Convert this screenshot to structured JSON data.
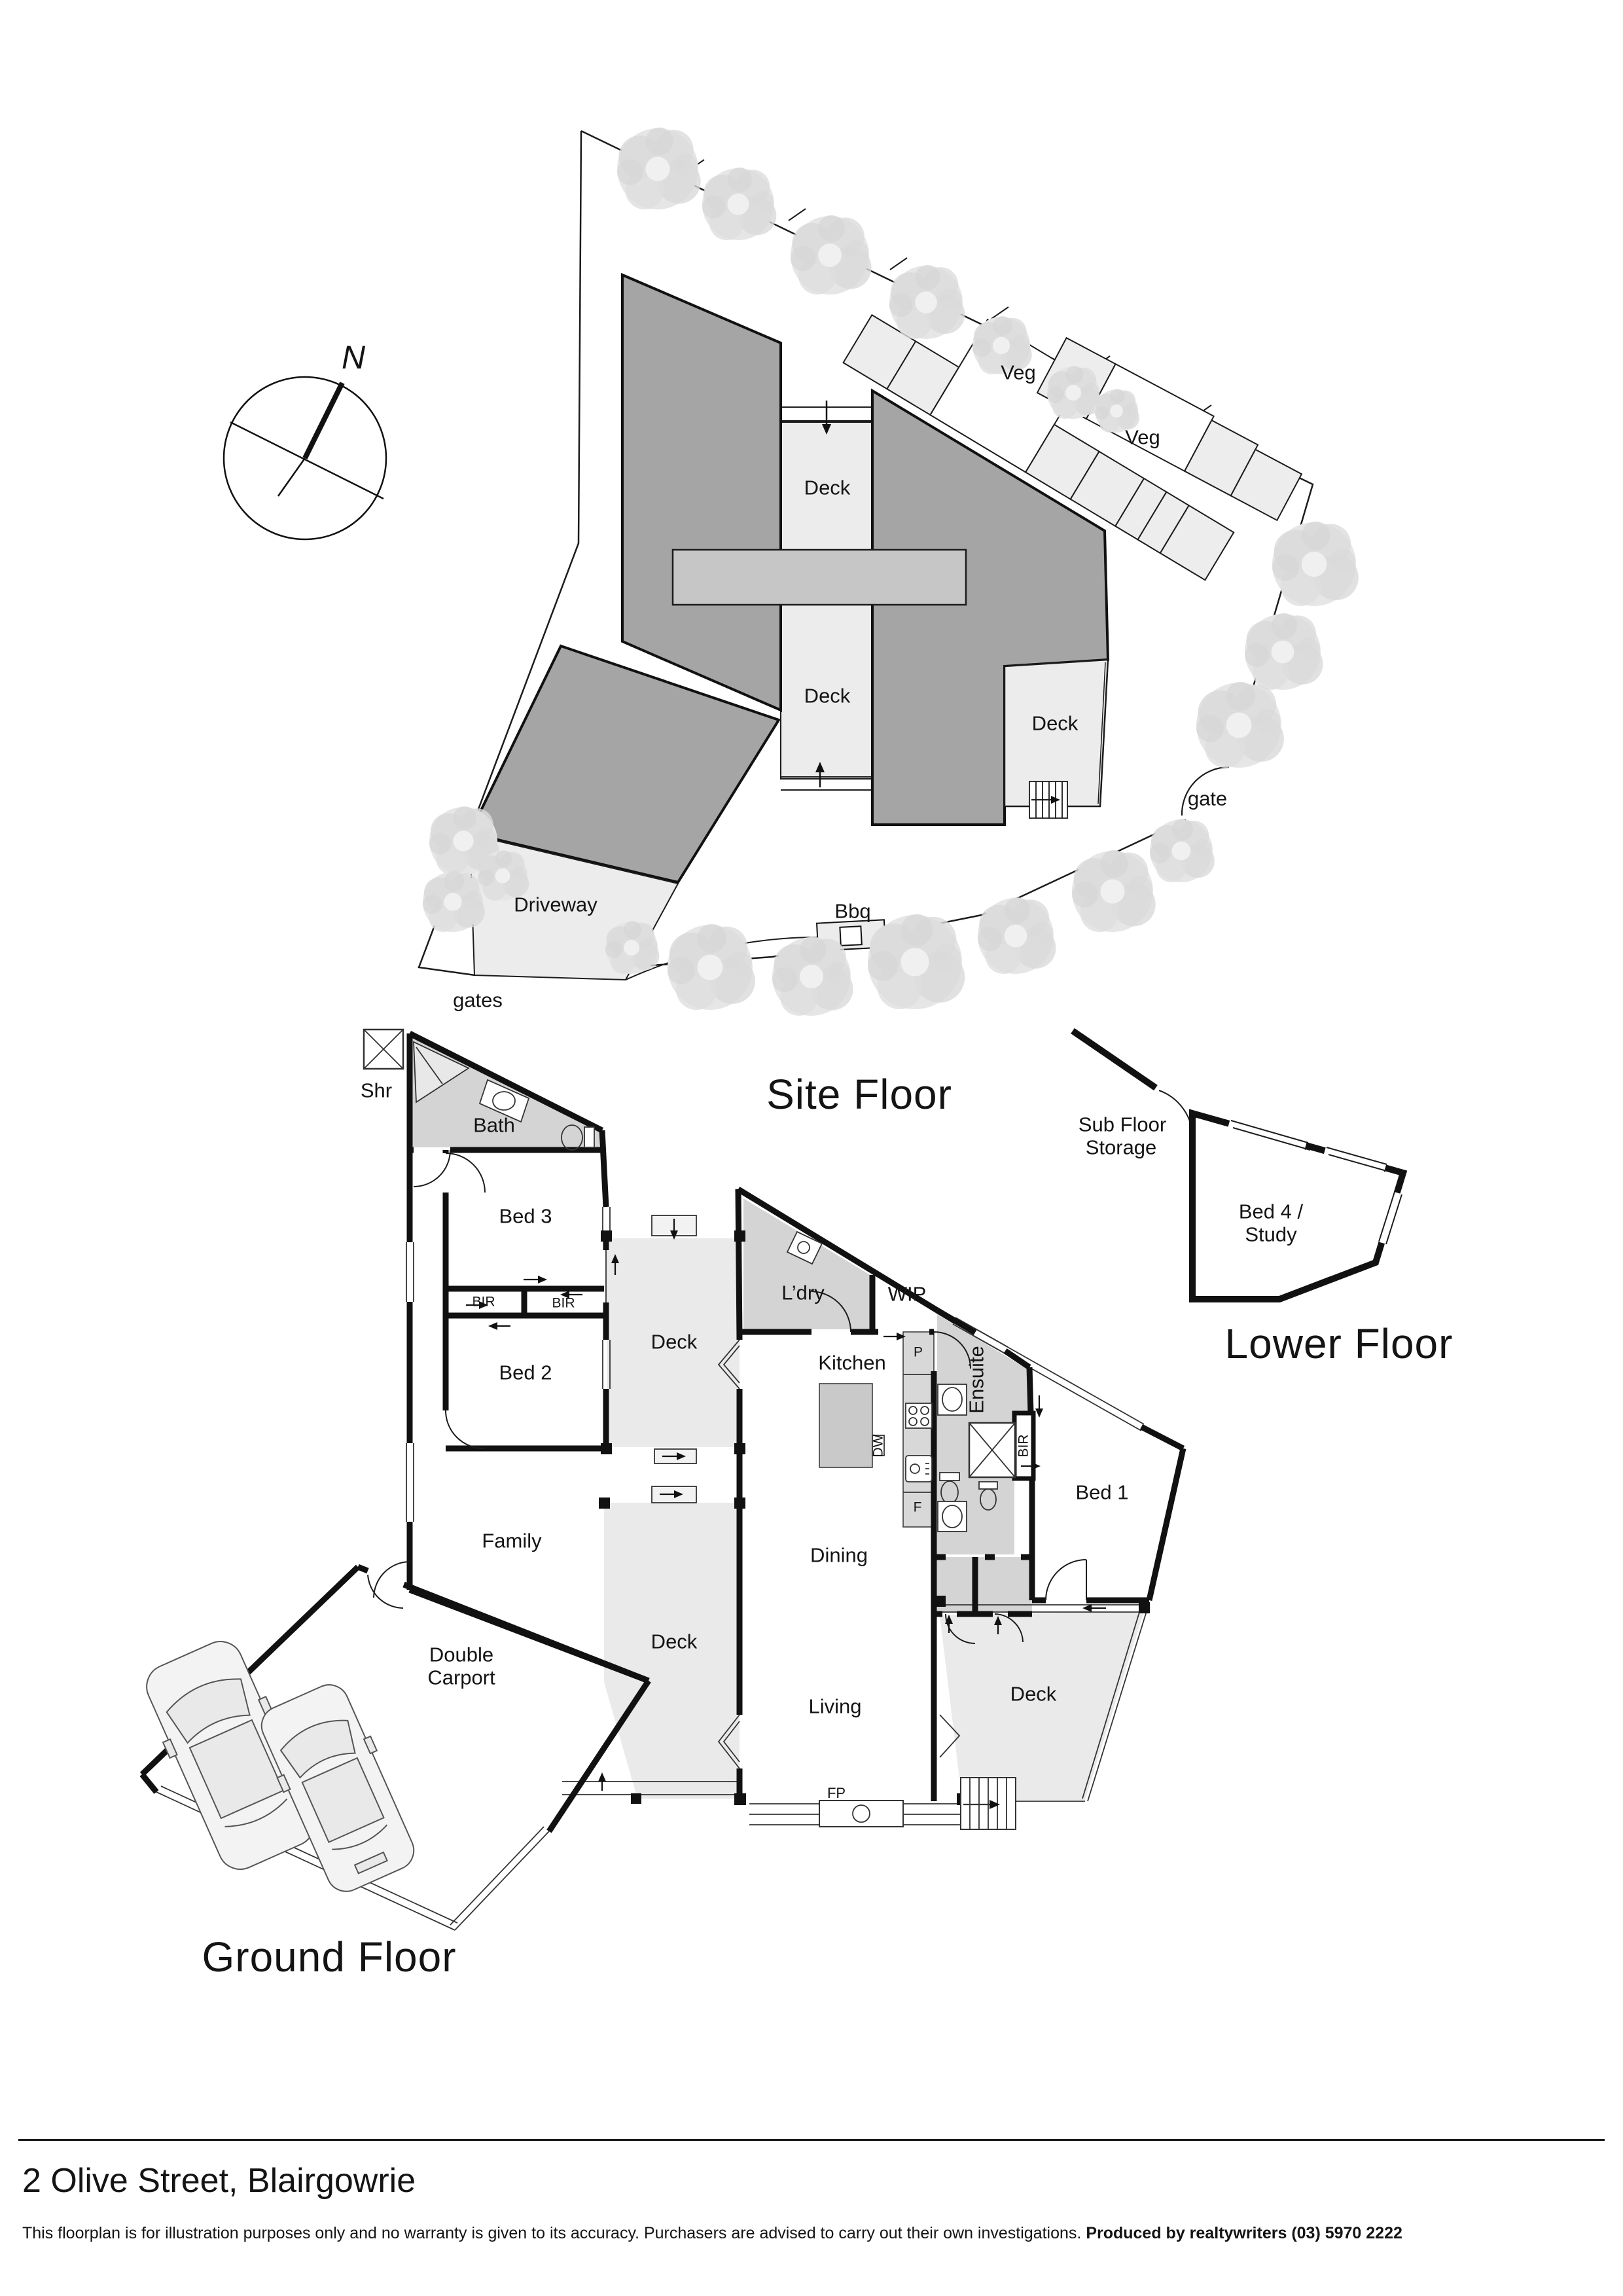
{
  "document": {
    "type": "floorplan"
  },
  "site_plan": {
    "title": "Site Floor",
    "compass_north": "N",
    "labels": {
      "veg_top": "Veg",
      "veg_right": "Veg",
      "deck_upper": "Deck",
      "deck_middle": "Deck",
      "deck_east": "Deck",
      "gate": "gate",
      "driveway": "Driveway",
      "bbq": "Bbq",
      "gates": "gates"
    }
  },
  "lower_floor": {
    "title": "Lower Floor",
    "labels": {
      "sub_floor_storage_line1": "Sub Floor",
      "sub_floor_storage_line2": "Storage",
      "bed4_line1": "Bed 4 /",
      "bed4_line2": "Study"
    }
  },
  "ground_floor": {
    "title": "Ground Floor",
    "labels": {
      "shr": "Shr",
      "bath": "Bath",
      "bed3": "Bed 3",
      "bir_left": "BIR",
      "bir_right": "BIR",
      "bed2": "Bed 2",
      "deck_upper": "Deck",
      "ldry": "L’dry",
      "wip": "WIP",
      "kitchen": "Kitchen",
      "pantry": "P",
      "ensuite": "Ensuite",
      "dishwasher": "DW",
      "fridge": "F",
      "bir_bed1": "BIR",
      "bed1": "Bed 1",
      "family": "Family",
      "dining": "Dining",
      "deck_west": "Deck",
      "living": "Living",
      "deck_east": "Deck",
      "fireplace": "FP",
      "carport_line1": "Double",
      "carport_line2": "Carport"
    }
  },
  "footer": {
    "address": "2 Olive Street, Blairgowrie",
    "disclaimer": "This floorplan is for illustration purposes only and no warranty is given to its accuracy. Purchasers are advised to carry out their own investigations. ",
    "producer": "Produced by realtywriters (03) 5970 2222"
  },
  "colors": {
    "wall": "#111111",
    "building_dark": "#a5a5a5",
    "roof_band": "#c6c6c6",
    "deck": "#ebebeb",
    "wet_area": "#d4d4d4",
    "bench": "#d8d8d8",
    "island": "#c9c9c9",
    "tree": "#e2e2e2"
  }
}
